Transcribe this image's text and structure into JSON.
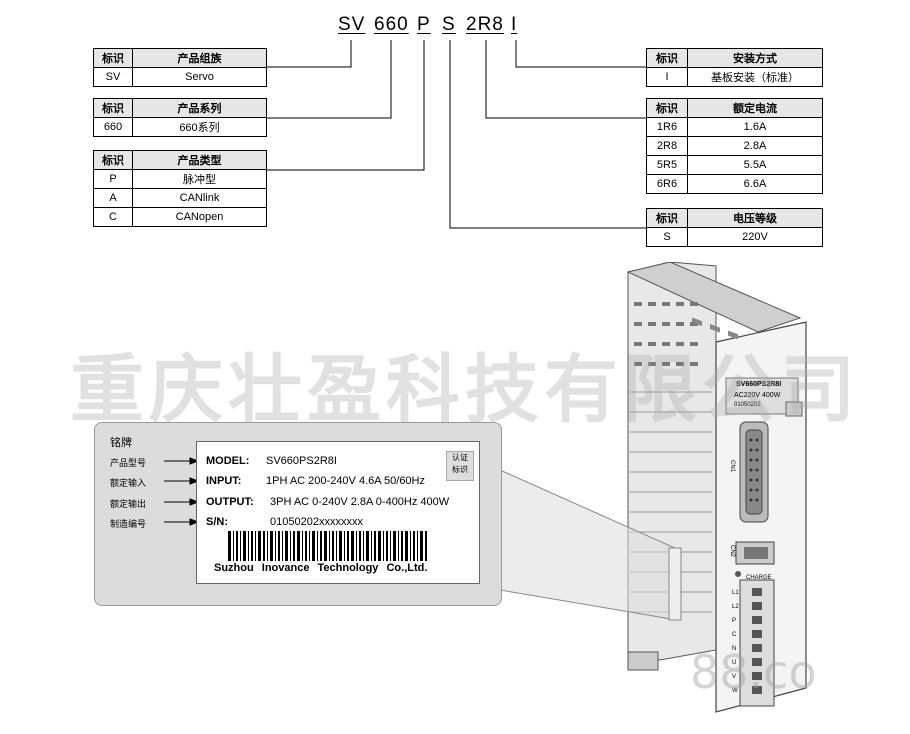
{
  "model_code": {
    "segments": [
      "SV",
      "660",
      "P",
      "S",
      "2R8",
      "I"
    ]
  },
  "tables": {
    "family": {
      "header": [
        "标识",
        "产品组族"
      ],
      "rows": [
        [
          "SV",
          "Servo"
        ]
      ]
    },
    "series": {
      "header": [
        "标识",
        "产品系列"
      ],
      "rows": [
        [
          "660",
          "660系列"
        ]
      ]
    },
    "type": {
      "header": [
        "标识",
        "产品类型"
      ],
      "rows": [
        [
          "P",
          "脉冲型"
        ],
        [
          "A",
          "CANlink"
        ],
        [
          "C",
          "CANopen"
        ]
      ]
    },
    "mounting": {
      "header": [
        "标识",
        "安装方式"
      ],
      "rows": [
        [
          "I",
          "基板安装（标准）"
        ]
      ]
    },
    "current": {
      "header": [
        "标识",
        "额定电流"
      ],
      "rows": [
        [
          "1R6",
          "1.6A"
        ],
        [
          "2R8",
          "2.8A"
        ],
        [
          "5R5",
          "5.5A"
        ],
        [
          "6R6",
          "6.6A"
        ]
      ]
    },
    "voltage": {
      "header": [
        "标识",
        "电压等级"
      ],
      "rows": [
        [
          "S",
          "220V"
        ]
      ]
    }
  },
  "watermark": {
    "text": "重庆壮盈科技有限公司",
    "bottom_text": "88.co"
  },
  "nameplate": {
    "title": "铭牌",
    "side_labels": [
      "产品型号",
      "额定输入",
      "额定输出",
      "制造编号"
    ],
    "model_key": "MODEL:",
    "model_value": "SV660PS2R8I",
    "input_key": "INPUT:",
    "input_value": "1PH AC 200-240V 4.6A 50/60Hz",
    "output_key": "OUTPUT:",
    "output_value": "3PH AC 0-240V 2.8A 0-400Hz 400W",
    "sn_key": "S/N:",
    "sn_value": "01050202xxxxxxxx",
    "cert_label": "认证\n标识",
    "manufacturer": "Suzhou Inovance Technology Co.,Ltd."
  },
  "device": {
    "label_model": "SV660PS2R8I",
    "label_rating": "AC220V 400W",
    "label_serial": "01050202",
    "port_cn1": "CN1",
    "port_cn2": "CN2",
    "charge_label": "CHARGE",
    "terminals": [
      "L1",
      "L2",
      "P",
      "C",
      "N",
      "U",
      "V",
      "W"
    ]
  }
}
